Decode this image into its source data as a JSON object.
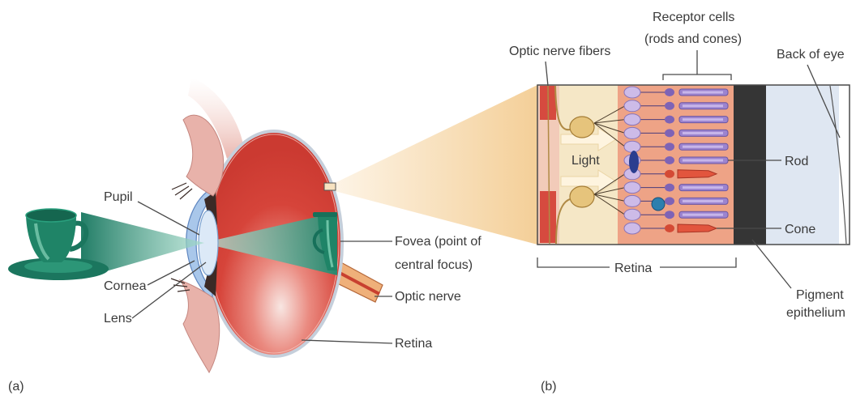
{
  "figure": {
    "panel_a": {
      "tag": "(a)",
      "pupil": "Pupil",
      "cornea": "Cornea",
      "lens": "Lens",
      "fovea_line1": "Fovea (point of",
      "fovea_line2": "central focus)",
      "optic_nerve": "Optic nerve",
      "retina": "Retina"
    },
    "panel_b": {
      "tag": "(b)",
      "optic_nerve_fibers": "Optic nerve fibers",
      "receptor_cells_line1": "Receptor cells",
      "receptor_cells_line2": "(rods and cones)",
      "back_of_eye": "Back of eye",
      "light": "Light",
      "rod": "Rod",
      "cone": "Cone",
      "retina": "Retina",
      "pigment_epithelium_line1": "Pigment",
      "pigment_epithelium_line2": "epithelium"
    }
  },
  "colors": {
    "eyeball": "#d6443a",
    "cup": "#1f8467",
    "light_beam": "#1f8a6f",
    "zoom_wedge": "#f4cf98",
    "retina_layer": "#eea386",
    "pigment_epithelium": "#353535",
    "back_of_eye": "#dfe7f2",
    "rod": "#9c84cf",
    "cone": "#e2553d",
    "ganglion_cell": "#e6c47c"
  }
}
